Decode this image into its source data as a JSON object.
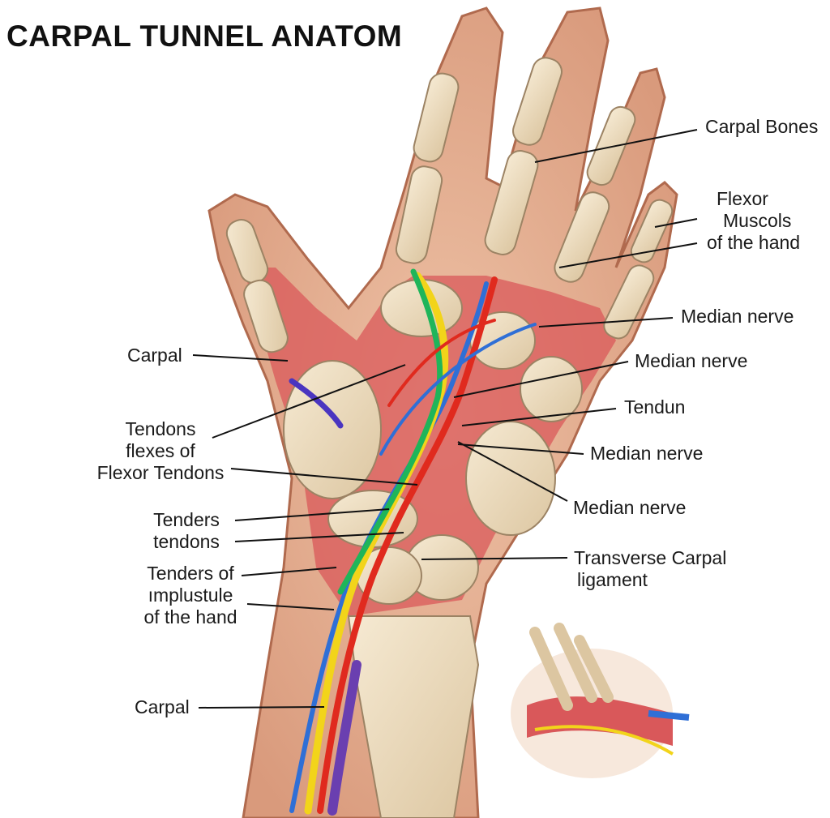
{
  "title": "CARPAL TUNNEL ANATOM",
  "colors": {
    "skin": "#e8b89a",
    "skin_outline": "#b06a4e",
    "muscle": "#d9585a",
    "bone": "#eddcc0",
    "bone_outline": "#9c8364",
    "nerve_yellow": "#f2d41a",
    "artery_red": "#e02a1e",
    "vein_blue": "#2f6fd6",
    "green": "#1fb55a",
    "purple": "#6a3fb0"
  },
  "labels": {
    "carpal_bones": "Carpal Bones",
    "flexor_muscols": [
      "Flexor",
      "Muscols",
      "of the hand"
    ],
    "median_nerve_1": "Median nerve",
    "median_nerve_2": "Median nerve",
    "tendun": "Tendun",
    "median_nerve_3": "Median nerve",
    "median_nerve_4": "Median nerve",
    "transverse_carpal": [
      "Transverse Carpal",
      "ligament"
    ],
    "carpal_left_1": "Carpal",
    "tendons_flexes": [
      "Tendons",
      "flexes of",
      "Flexor Tendons"
    ],
    "tenders_tendons": [
      "Tenders",
      "tendons"
    ],
    "tenders_of": [
      "Tenders of",
      "ımplustule",
      "of the hand"
    ],
    "carpal_left_2": "Carpal"
  }
}
